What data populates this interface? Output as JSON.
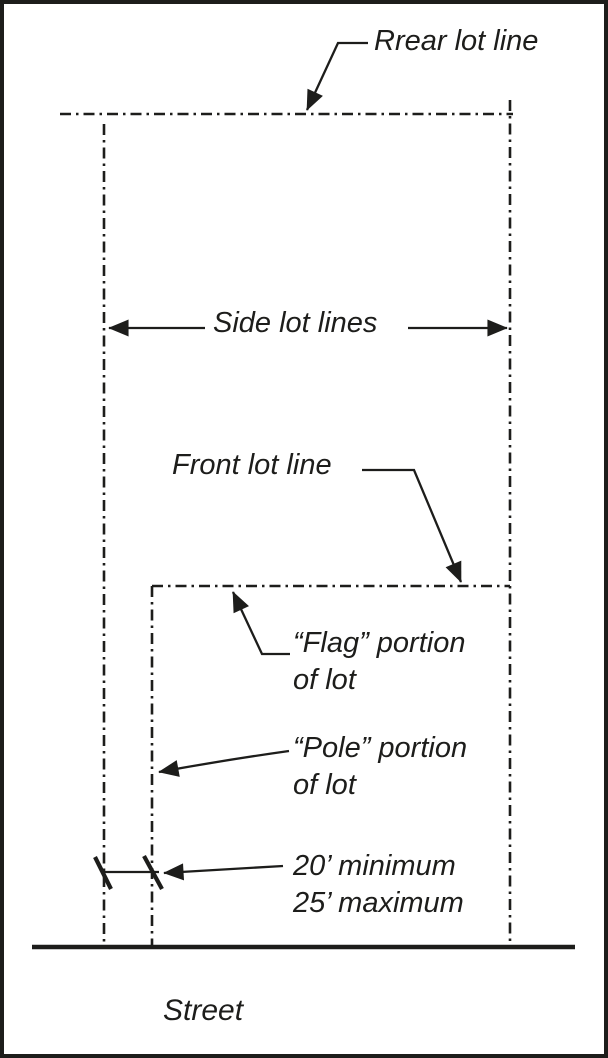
{
  "diagram": {
    "rear_lot_line_label": "Rrear lot line",
    "side_lot_lines_label": "Side lot lines",
    "front_lot_line_label": "Front lot line",
    "flag_portion_label": {
      "line1": "“Flag” portion",
      "line2": "of lot"
    },
    "pole_portion_label": {
      "line1": "“Pole” portion",
      "line2": "of lot"
    },
    "pole_width_dimension": {
      "line1": "20’ minimum",
      "line2": "25’ maximum"
    },
    "street_label": "Street",
    "colors": {
      "ink": "#1d1d1b",
      "paper": "#ffffff"
    }
  }
}
